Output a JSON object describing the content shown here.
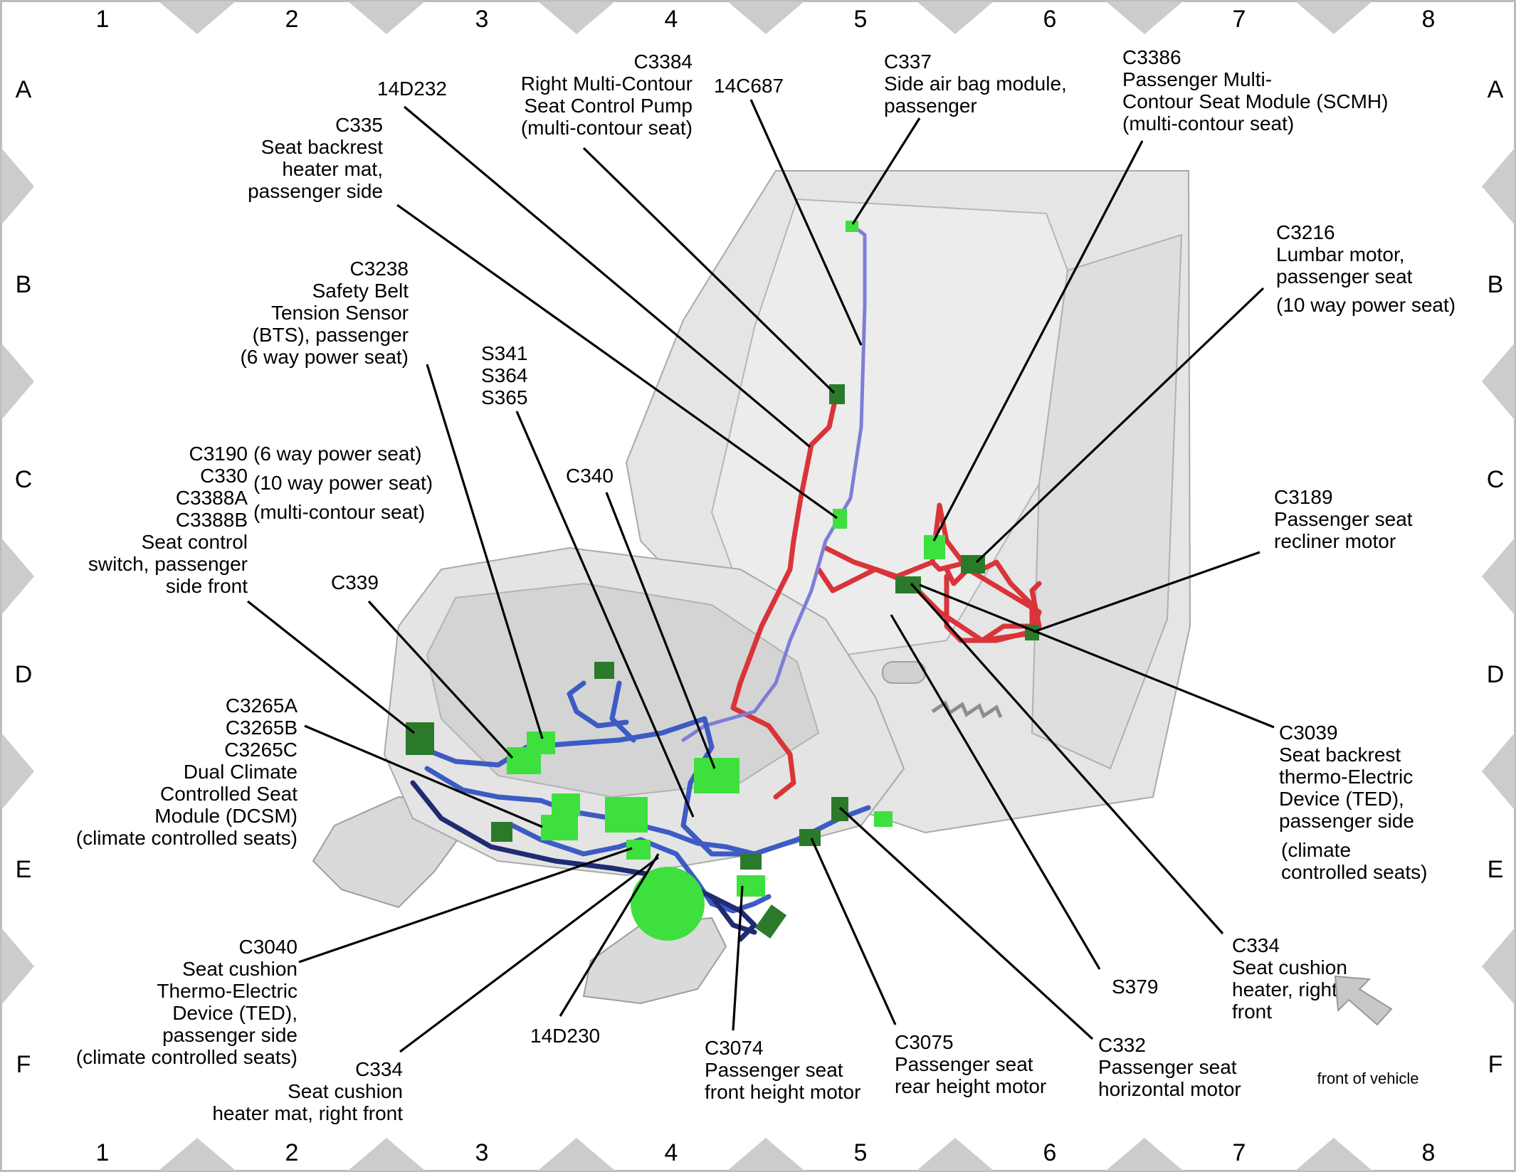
{
  "grid": {
    "columns": [
      "1",
      "2",
      "3",
      "4",
      "5",
      "6",
      "7",
      "8"
    ],
    "rows": [
      "A",
      "B",
      "C",
      "D",
      "E",
      "F"
    ]
  },
  "colors": {
    "frame": "#bdbdbd",
    "seat_fill": "#e6e6e6",
    "seat_stroke": "#a9a9a9",
    "harness_red": "#d9343a",
    "harness_blue": "#3c5bc4",
    "harness_navy": "#1f2b73",
    "harness_purple": "#7e7ed6",
    "connector_light": "#3ee03e",
    "connector_dark": "#2b7a2b",
    "leader": "#000000",
    "arrow": "#c8c8c8"
  },
  "callouts": {
    "c14d232": [
      "14D232"
    ],
    "c3384": [
      "C3384",
      "Right Multi-Contour",
      "Seat Control Pump",
      "(multi-contour seat)"
    ],
    "c14c687": [
      "14C687"
    ],
    "c337": [
      "C337",
      "Side air bag module,",
      "passenger"
    ],
    "c3386": [
      "C3386",
      "Passenger Multi-",
      "Contour Seat Module (SCMH)",
      "(multi-contour seat)"
    ],
    "c335": [
      "C335",
      "Seat backrest",
      "heater mat,",
      "passenger side"
    ],
    "c3216": [
      "C3216",
      "Lumbar motor,",
      "passenger seat"
    ],
    "c3216_note": [
      "(10 way power seat)"
    ],
    "c3238": [
      "C3238",
      "Safety Belt",
      "Tension Sensor",
      "(BTS), passenger",
      "(6 way power seat)"
    ],
    "s341": [
      "S341",
      "S364",
      "S365"
    ],
    "c3190": [
      "C3190",
      "C330",
      "C3388A",
      "C3388B",
      "Seat control",
      "switch, passenger",
      "side front"
    ],
    "c3190_notes": [
      "(6 way power seat)",
      "(10 way power seat)",
      "(multi-contour seat)"
    ],
    "c340": [
      "C340"
    ],
    "c3189": [
      "C3189",
      "Passenger seat",
      "recliner motor"
    ],
    "c339": [
      "C339"
    ],
    "c3265": [
      "C3265A",
      "C3265B",
      "C3265C",
      "Dual Climate",
      "Controlled Seat",
      "Module (DCSM)",
      "(climate controlled seats)"
    ],
    "c3039": [
      "C3039",
      "Seat backrest",
      "thermo-Electric",
      "Device (TED),",
      "passenger side"
    ],
    "c3039_note": [
      "(climate",
      "controlled seats)"
    ],
    "c3040": [
      "C3040",
      "Seat cushion",
      "Thermo-Electric",
      "Device (TED),",
      "passenger side",
      "(climate controlled seats)"
    ],
    "c334_right": [
      "C334",
      "Seat cushion",
      "heater, right",
      "front"
    ],
    "s379": [
      "S379"
    ],
    "c14d230": [
      "14D230"
    ],
    "c334_left": [
      "C334",
      "Seat cushion",
      "heater mat, right front"
    ],
    "c3074": [
      "C3074",
      "Passenger seat",
      "front height motor"
    ],
    "c3075": [
      "C3075",
      "Passenger seat",
      "rear height motor"
    ],
    "c332": [
      "C332",
      "Passenger seat",
      "horizontal motor"
    ]
  },
  "front_of_vehicle": "front of vehicle"
}
